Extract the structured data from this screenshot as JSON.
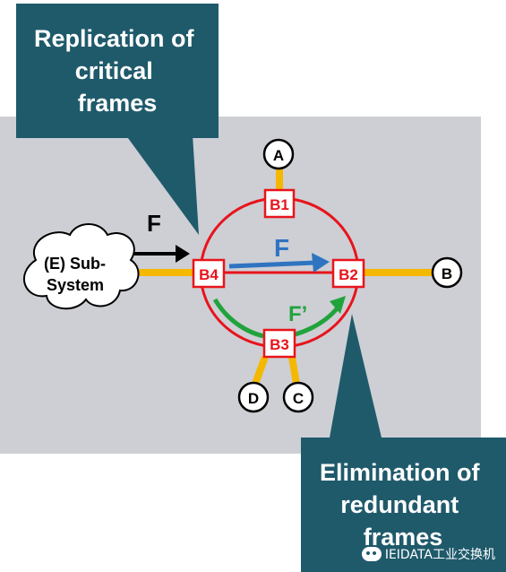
{
  "callout_top": {
    "lines": [
      "Replication of",
      "critical",
      "frames"
    ]
  },
  "callout_bottom": {
    "lines": [
      "Elimination of",
      "redundant",
      "frames"
    ]
  },
  "cloud": {
    "lines": [
      "(E) Sub-",
      "System"
    ]
  },
  "nodes": {
    "b1": "B1",
    "b2": "B2",
    "b3": "B3",
    "b4": "B4"
  },
  "endpoints": {
    "a": "A",
    "b": "B",
    "c": "C",
    "d": "D"
  },
  "flows": {
    "incoming": "F",
    "blue": "F",
    "green": "F’"
  },
  "watermark": {
    "text": "IEIDATA工业交换机",
    "icon": "wechat-icon"
  },
  "colors": {
    "panel": "#cdcfd5",
    "callout": "#1f5a6b",
    "ring": "#e8141b",
    "link": "#f5b800",
    "blue_arrow": "#2f74c0",
    "green_arrow": "#21a33c"
  }
}
